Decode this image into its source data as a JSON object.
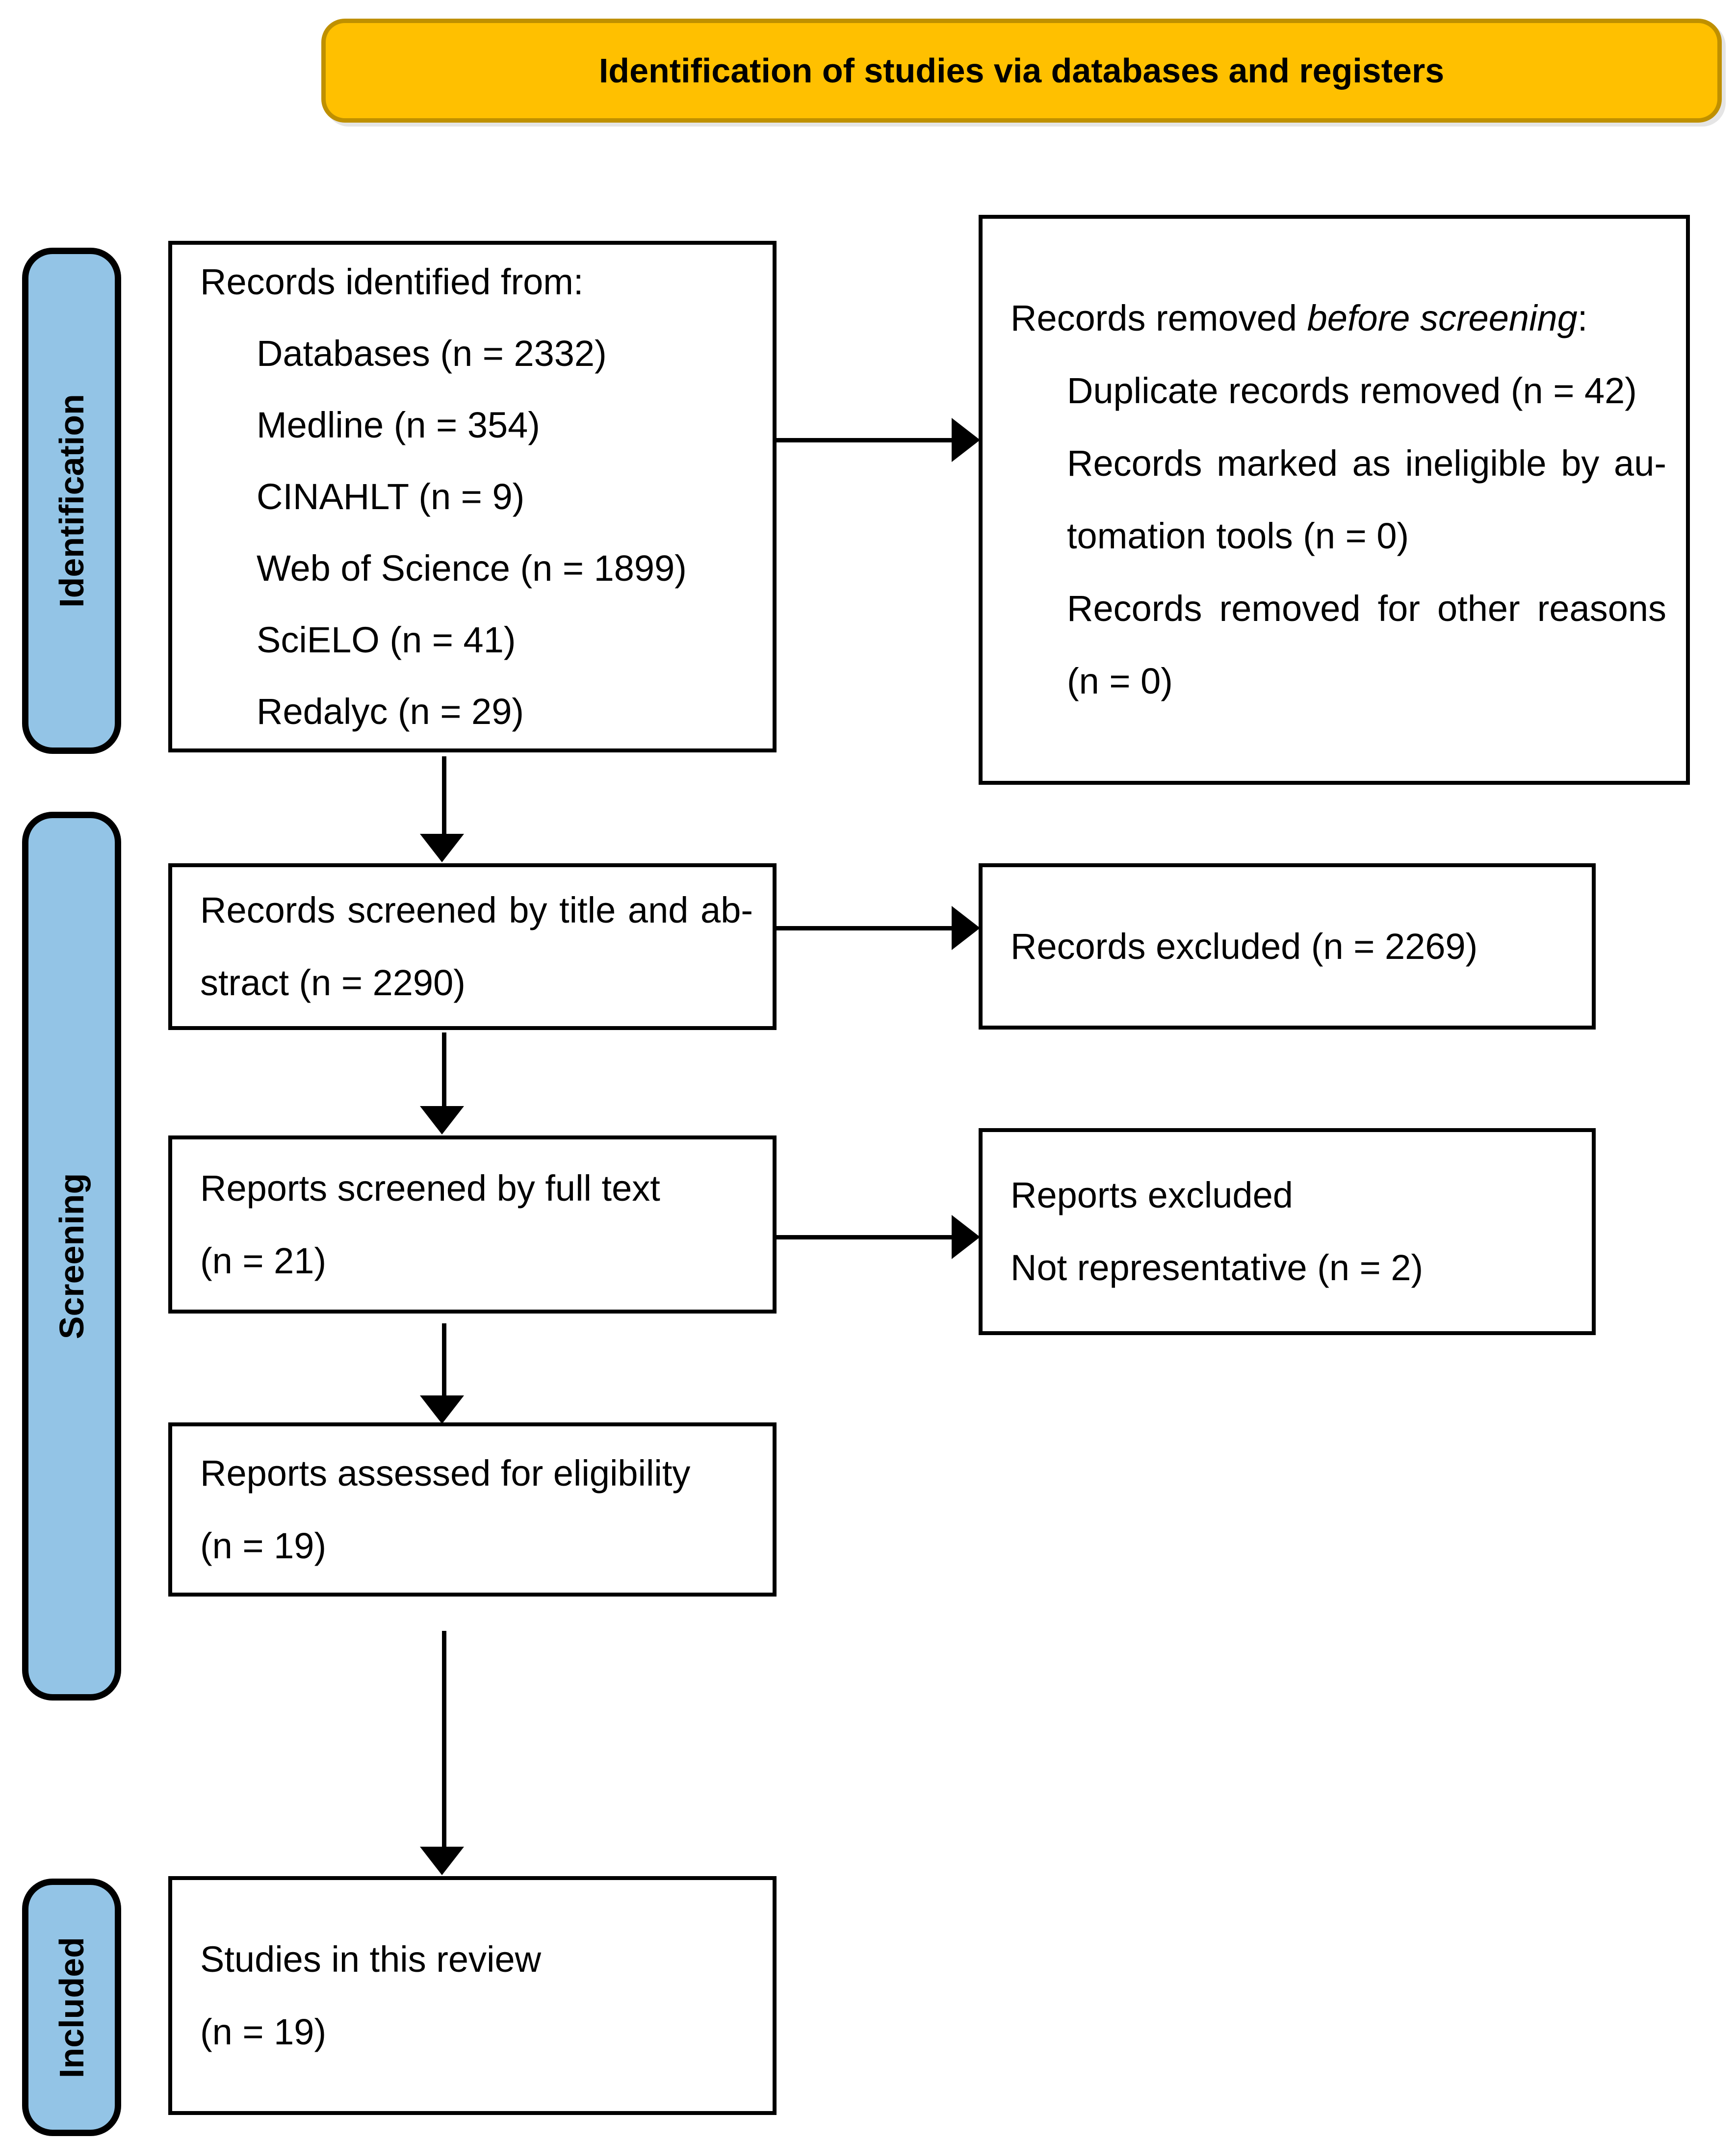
{
  "banner": {
    "title": "Identification of studies via databases and registers"
  },
  "stages": {
    "identification": "Identification",
    "screening": "Screening",
    "included": "Included"
  },
  "boxes": {
    "identified": {
      "header": "Records identified from:",
      "items": [
        "Databases (n = 2332)",
        "Medline (n = 354)",
        "CINAHLT (n = 9)",
        "Web of Science (n = 1899)",
        "SciELO (n = 41)",
        "Redalyc (n = 29)"
      ]
    },
    "removed": {
      "header_prefix": "Records removed ",
      "header_italic": "before screening",
      "header_suffix": ":",
      "items": [
        "Duplicate records removed (n = 42)",
        "Records marked as ineligible by au-",
        "tomation tools (n = 0)",
        "Records removed for other reasons",
        "(n = 0)"
      ]
    },
    "screened": {
      "lines": [
        "Records screened by title and ab-",
        "stract (n = 2290)"
      ]
    },
    "records_excluded": {
      "lines": [
        "Records excluded (n = 2269)"
      ]
    },
    "fulltext": {
      "lines": [
        "Reports screened by full text",
        "(n = 21)"
      ]
    },
    "reports_excluded": {
      "lines": [
        "Reports excluded",
        "Not representative (n = 2)"
      ]
    },
    "assessed": {
      "lines": [
        "Reports assessed for eligibility",
        "(n = 19)"
      ]
    },
    "included_studies": {
      "lines": [
        "Studies in this review",
        "(n = 19)"
      ]
    }
  },
  "colors": {
    "banner_fill": "#FFC000",
    "banner_border": "#BF9000",
    "stage_fill": "#93C4E6",
    "line_color": "#000000",
    "text_color": "#000000"
  }
}
